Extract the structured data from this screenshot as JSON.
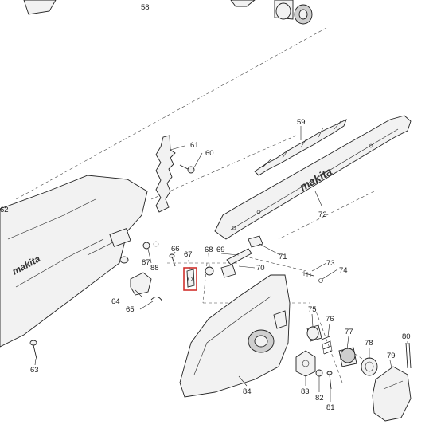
{
  "diagram": {
    "logo_text": "makita",
    "highlight_color": "#d0312d",
    "part_labels": [
      {
        "id": "58",
        "text": "58"
      },
      {
        "id": "59",
        "text": "59"
      },
      {
        "id": "60",
        "text": "60"
      },
      {
        "id": "61",
        "text": "61"
      },
      {
        "id": "62",
        "text": "62"
      },
      {
        "id": "63",
        "text": "63"
      },
      {
        "id": "64",
        "text": "64"
      },
      {
        "id": "65",
        "text": "65"
      },
      {
        "id": "66",
        "text": "66"
      },
      {
        "id": "67",
        "text": "67"
      },
      {
        "id": "68",
        "text": "68"
      },
      {
        "id": "69",
        "text": "69"
      },
      {
        "id": "70",
        "text": "70"
      },
      {
        "id": "71",
        "text": "71"
      },
      {
        "id": "72",
        "text": "72"
      },
      {
        "id": "73",
        "text": "73"
      },
      {
        "id": "74",
        "text": "74"
      },
      {
        "id": "75",
        "text": "75"
      },
      {
        "id": "76",
        "text": "76"
      },
      {
        "id": "77",
        "text": "77"
      },
      {
        "id": "78",
        "text": "78"
      },
      {
        "id": "79",
        "text": "79"
      },
      {
        "id": "80",
        "text": "80"
      },
      {
        "id": "81",
        "text": "81"
      },
      {
        "id": "82",
        "text": "82"
      },
      {
        "id": "83",
        "text": "83"
      },
      {
        "id": "84",
        "text": "84"
      },
      {
        "id": "87",
        "text": "87"
      },
      {
        "id": "88",
        "text": "88"
      }
    ]
  }
}
